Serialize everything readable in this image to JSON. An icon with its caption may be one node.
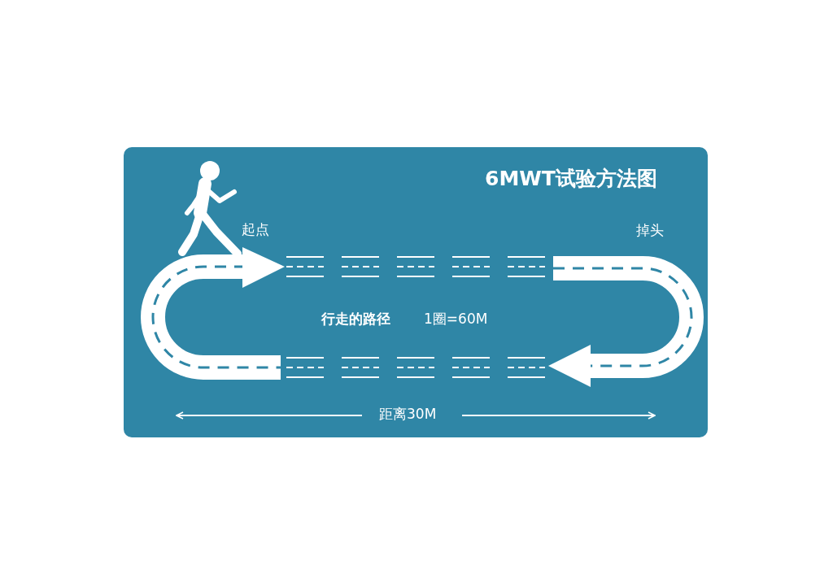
{
  "diagram": {
    "title": "6MWT试验方法图",
    "labels": [
      "起点",
      "掉头",
      "行走的路径",
      "1圈=60M",
      "距离30M"
    ]
  }
}
